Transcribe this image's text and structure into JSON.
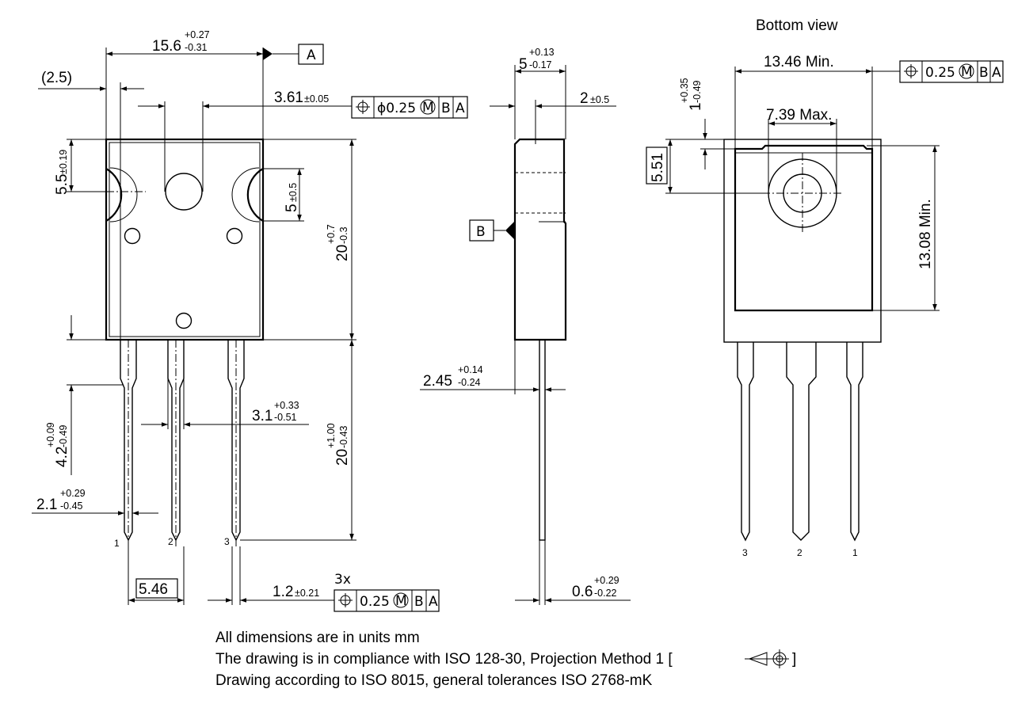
{
  "title": "Bottom view",
  "notes": [
    "All dimensions are in units mm",
    "The drawing is in compliance with ISO 128-30, Projection Method 1 [",
    "]",
    "Drawing according to ISO 8015, general tolerances ISO 2768-mK"
  ],
  "datums": {
    "a": "A",
    "b": "B"
  },
  "front": {
    "width": {
      "nom": "15.6",
      "plus": "+0.27",
      "minus": "-0.31"
    },
    "ref": "(2.5)",
    "hole_pos": {
      "nom": "3.61",
      "tol": "±0.05"
    },
    "fcf_hole": {
      "sym": "⌖",
      "zone": "ϕ0.25",
      "mod": "M",
      "d1": "B",
      "d2": "A"
    },
    "notch_top": {
      "nom": "5.5",
      "tol": "±0.19"
    },
    "notch_h": {
      "nom": "5",
      "tol": "±0.5"
    },
    "body_h": {
      "nom": "20",
      "plus": "+0.7",
      "minus": "-0.3"
    },
    "lead_l": {
      "nom": "20",
      "plus": "+1.00",
      "minus": "-0.43"
    },
    "lead_shoulder": {
      "nom": "4.2",
      "plus": "+0.09",
      "minus": "-0.49"
    },
    "lead_w_upper": {
      "nom": "3.1",
      "plus": "+0.33",
      "minus": "-0.51"
    },
    "lead_w_lower": {
      "nom": "2.1",
      "plus": "+0.29",
      "minus": "-0.45"
    },
    "pitch": "5.46",
    "lead_w": {
      "nom": "1.2",
      "tol": "±0.21"
    },
    "fcf_leads": {
      "count": "3x",
      "sym": "⌖",
      "zone": "0.25",
      "mod": "M",
      "d1": "B",
      "d2": "A"
    },
    "pins": [
      "1",
      "2",
      "3"
    ]
  },
  "side": {
    "thickness": {
      "nom": "5",
      "plus": "+0.13",
      "minus": "-0.17"
    },
    "tab": {
      "nom": "2",
      "tol": "±0.5"
    },
    "lead_offset": {
      "nom": "2.45",
      "plus": "+0.14",
      "minus": "-0.24"
    },
    "lead_t": {
      "nom": "0.6",
      "plus": "+0.29",
      "minus": "-0.22"
    }
  },
  "bottom": {
    "pad_w": "13.46 Min.",
    "fcf_pad": {
      "sym": "⌖",
      "zone": "0.25",
      "mod": "M",
      "d1": "B",
      "d2": "A"
    },
    "pad_top": {
      "nom": "1",
      "plus": "+0.35",
      "minus": "-0.49"
    },
    "hole_w": "7.39 Max.",
    "hole_pos": "5.51",
    "pad_h": "13.08 Min.",
    "pins": [
      "3",
      "2",
      "1"
    ]
  }
}
